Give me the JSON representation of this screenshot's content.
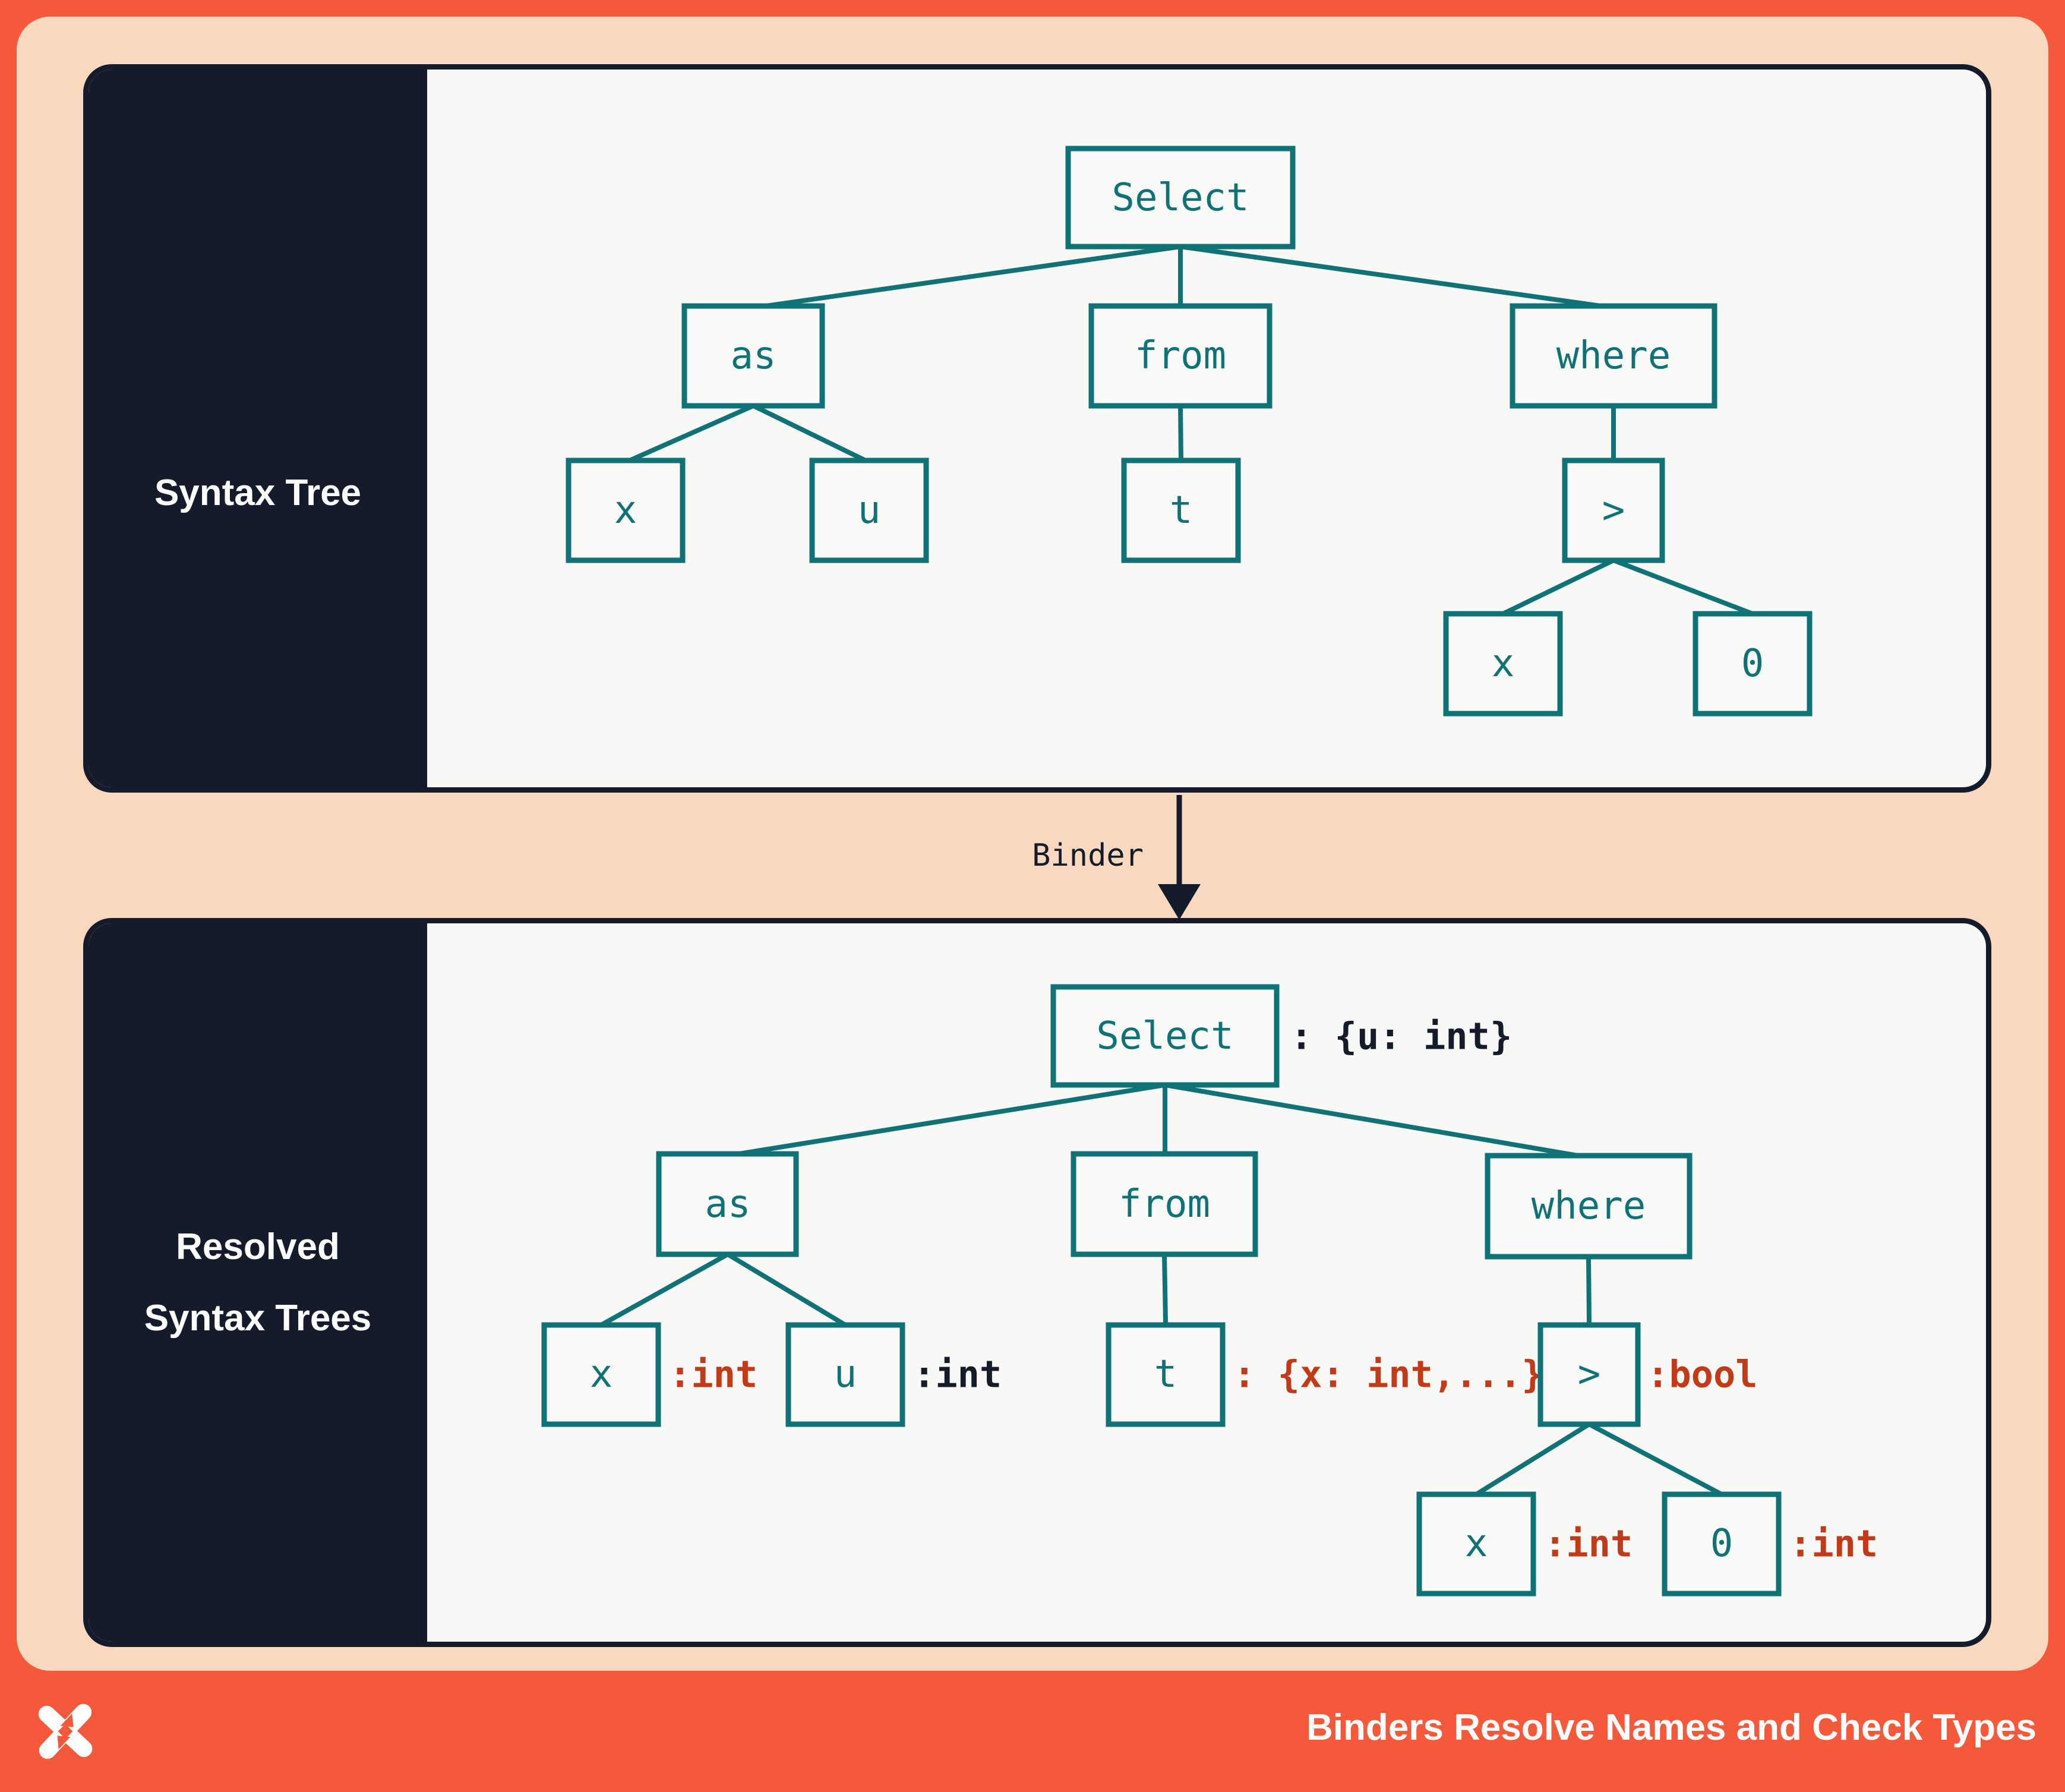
{
  "colors": {
    "frame_red": "#F4593B",
    "peach_background": "#F8D9BF",
    "navy": "#141B2A",
    "panel_background": "#F8F8F6",
    "tree_teal": "#0F7277",
    "type_red": "#C23A17",
    "white": "#FFFFFF"
  },
  "panels": {
    "syntax_tree": {
      "label": "Syntax Tree",
      "nodes": {
        "select": "Select",
        "as": "as",
        "x": "x",
        "u": "u",
        "from": "from",
        "t": "t",
        "where": "where",
        "gt": ">",
        "x2": "x",
        "zero": "0"
      }
    },
    "resolved": {
      "label_line1": "Resolved",
      "label_line2": "Syntax Trees",
      "nodes": {
        "select": "Select",
        "as": "as",
        "x": "x",
        "u": "u",
        "from": "from",
        "t": "t",
        "where": "where",
        "gt": ">",
        "x2": "x",
        "zero": "0"
      },
      "annotations": {
        "select": ": {u: int}",
        "x": ":int",
        "u": ":int",
        "t": ": {x: int,...}",
        "gt": ":bool",
        "x2": ":int",
        "zero": ":int"
      }
    }
  },
  "binder": {
    "label": "Binder"
  },
  "footer": {
    "title": "Binders Resolve Names and Check Types",
    "logo": "x-logo"
  }
}
